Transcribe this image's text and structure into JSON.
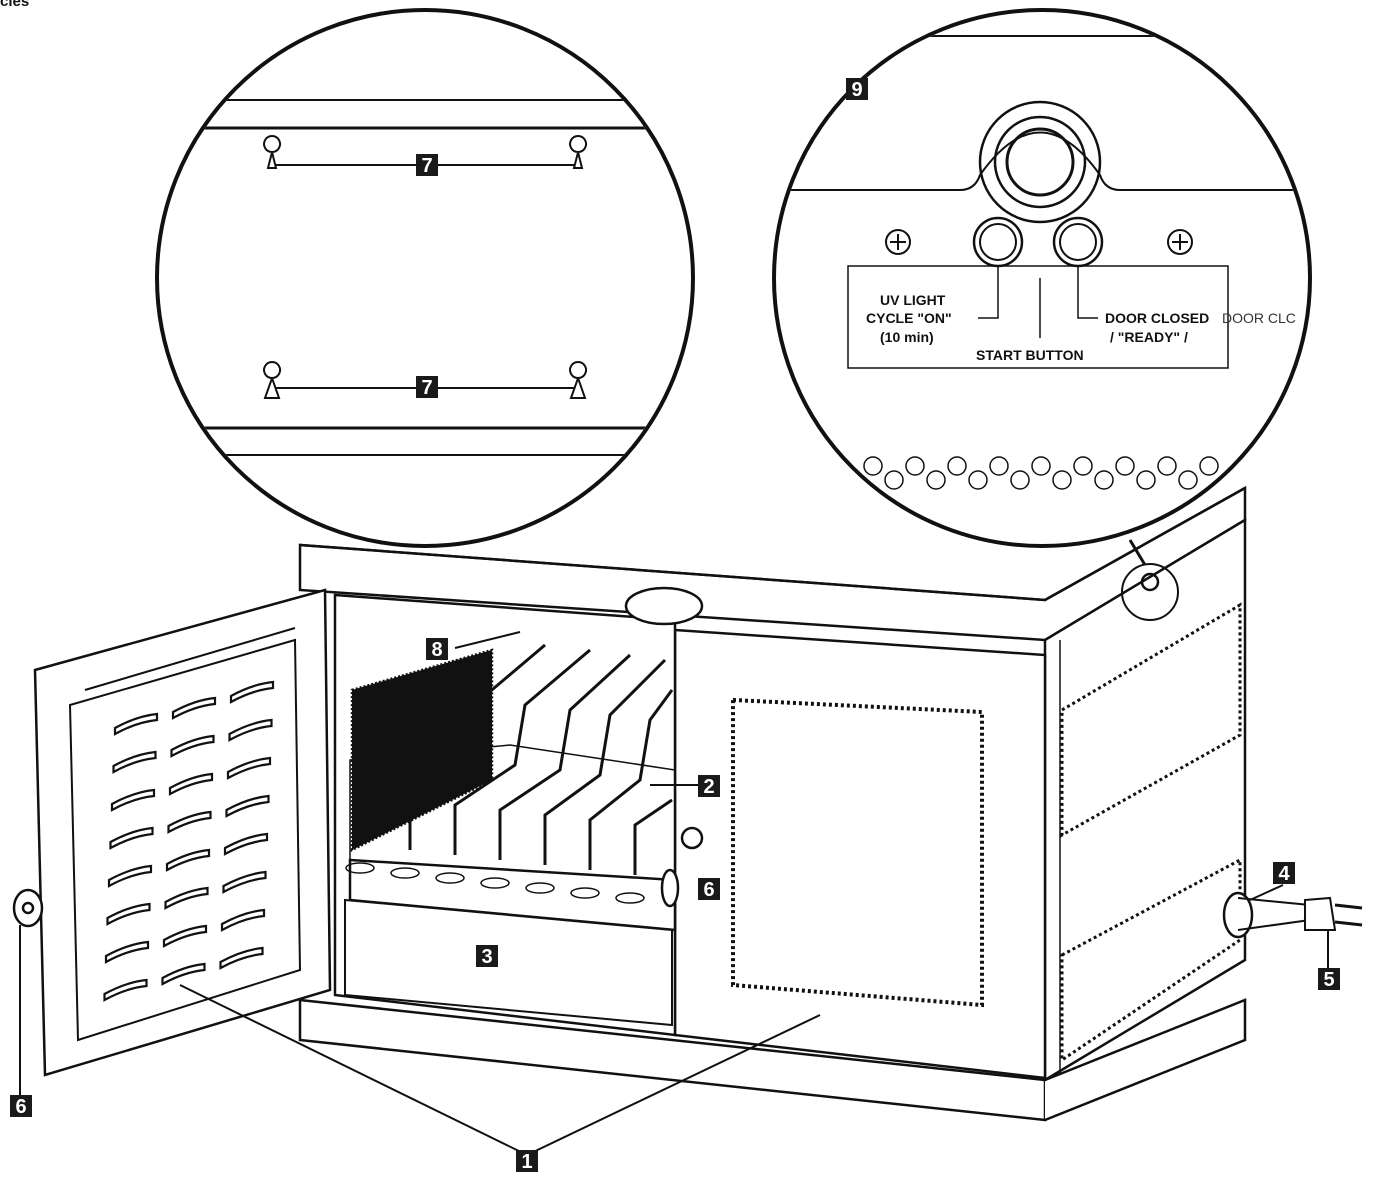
{
  "header_text": "cles",
  "callouts": [
    "1",
    "2",
    "3",
    "4",
    "5",
    "6",
    "7",
    "8",
    "9"
  ],
  "control_panel": {
    "uv_line1": "UV LIGHT",
    "uv_line2": "CYCLE \"ON\"",
    "uv_line3": "(10 min)",
    "start": "START BUTTON",
    "door_line1": "DOOR CLOSED",
    "door_line1_overflow": "DOOR CLC",
    "door_line2": "/ \"READY\" /"
  },
  "colors": {
    "ink": "#111111",
    "callout_bg": "#1a1a1a",
    "paper": "#ffffff"
  }
}
